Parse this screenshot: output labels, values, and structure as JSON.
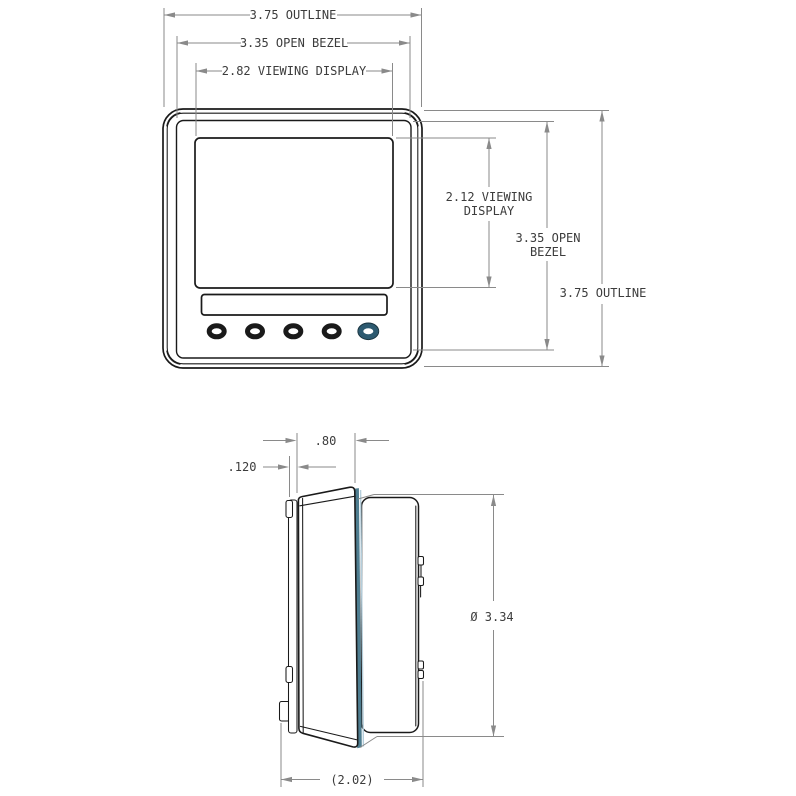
{
  "front_view": {
    "horizontal_dimensions": [
      {
        "label": "3.75 OUTLINE"
      },
      {
        "label": "3.35 OPEN BEZEL"
      },
      {
        "label": "2.82 VIEWING DISPLAY"
      }
    ],
    "vertical_dimensions": [
      {
        "lines": [
          "2.12 VIEWING",
          "DISPLAY"
        ]
      },
      {
        "lines": [
          "3.35 OPEN",
          "BEZEL"
        ]
      },
      {
        "lines": [
          "3.75 OUTLINE"
        ]
      }
    ],
    "buttons": {
      "count": 5
    }
  },
  "side_view": {
    "dimensions": {
      "flange_thickness": ".120",
      "bezel_depth": ".80",
      "bezel_diameter": "Ø 3.34",
      "overall_depth": "(2.02)"
    }
  },
  "colors": {
    "part_line": "#1a1a1a",
    "dim_line": "#8a8a8a",
    "dim_text": "#3c3c3c",
    "glass_edge_teal": "#4e7d90",
    "glass_edge_highlight": "#b5cedb",
    "power_button_ring": "#2d5a70"
  }
}
